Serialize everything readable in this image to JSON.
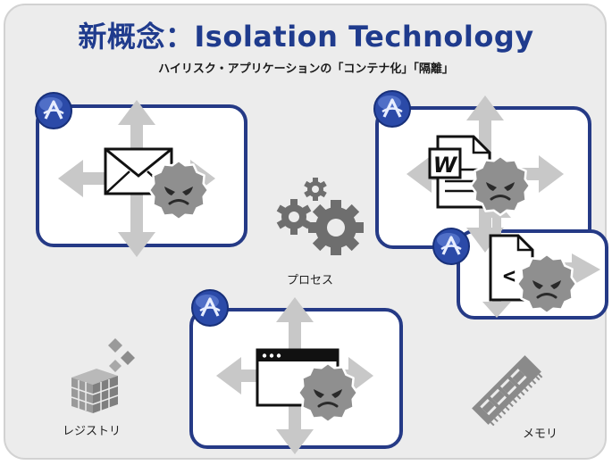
{
  "title": "新概念：Isolation Technology",
  "subtitle": "ハイリスク・アプリケーションの「コンテナ化」「隔離」",
  "labels": {
    "process": "プロセス",
    "registry": "レジストリ",
    "memory": "メモリ"
  },
  "containers": [
    {
      "content": "envelope-icon"
    },
    {
      "content": "word-document-icon",
      "glyph": "W"
    },
    {
      "content": "script-file-icon",
      "glyph": "<"
    },
    {
      "content": "browser-window-icon"
    }
  ],
  "colors": {
    "accent": "#253a86",
    "title": "#1f3b8d",
    "background": "#ececec",
    "arrow": "#c8c8c8",
    "malware": "#8f8f8f",
    "gear": "#6e6e6e"
  }
}
